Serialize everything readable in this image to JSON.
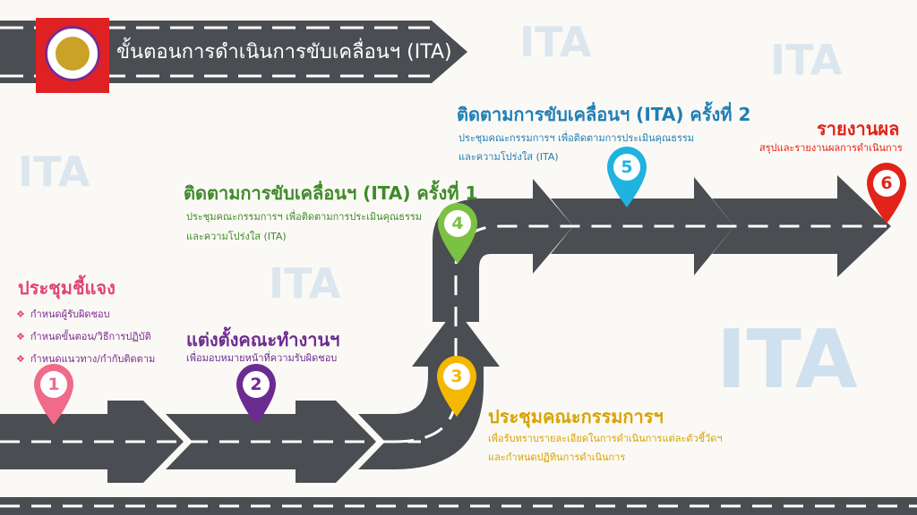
{
  "header": {
    "title": "ขั้นตอนการดำเนินการขับเคลื่อนฯ (ITA)"
  },
  "watermark": {
    "text": "ITA"
  },
  "colors": {
    "road": "#4a4d52",
    "pin1": "#f06a8a",
    "pin2": "#6b2c91",
    "pin3": "#f5b800",
    "pin4": "#7cc242",
    "pin5": "#1fb3e0",
    "pin6": "#e2231a"
  },
  "steps": [
    {
      "num": "1",
      "title": "ประชุมชี้แจง",
      "bullets": [
        "กำหนดผู้รับผิดชอบ",
        "กำหนดขั้นตอน/วิธีการปฏิบัติ",
        "กำหนดแนวทาง/กำกับติดตาม"
      ]
    },
    {
      "num": "2",
      "title": "แต่งตั้งคณะทำงานฯ",
      "desc": [
        "เพื่อมอบหมายหน้าที่ความรับผิดชอบ"
      ]
    },
    {
      "num": "3",
      "title": "ประชุมคณะกรรมการฯ",
      "desc": [
        "เพื่อรับทราบรายละเอียดในการดำเนินการแต่ละตัวชี้วัดฯ",
        "และกำหนดปฏิทินการดำเนินการ"
      ]
    },
    {
      "num": "4",
      "title": "ติดตามการขับเคลื่อนฯ (ITA) ครั้งที่ 1",
      "desc": [
        "ประชุมคณะกรรมการฯ เพื่อติดตามการประเมินคุณธรรม",
        "และความโปร่งใส (ITA)"
      ]
    },
    {
      "num": "5",
      "title": "ติดตามการขับเคลื่อนฯ (ITA) ครั้งที่ 2",
      "desc": [
        "ประชุมคณะกรรมการฯ เพื่อติดตามการประเมินคุณธรรม",
        "และความโปร่งใส (ITA)"
      ]
    },
    {
      "num": "6",
      "title": "รายงานผล",
      "desc": [
        "สรุปและรายงานผลการดำเนินการ"
      ]
    }
  ]
}
